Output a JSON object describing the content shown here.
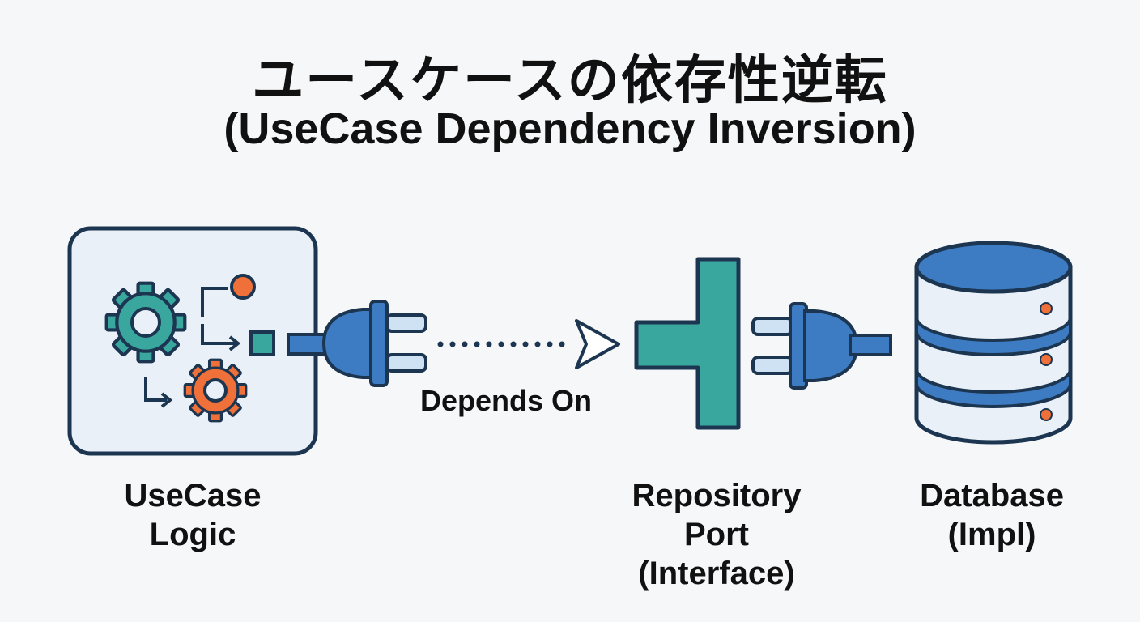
{
  "title": {
    "japanese": "ユースケースの依存性逆転",
    "english": "(UseCase Dependency Inversion)"
  },
  "nodes": {
    "usecase": {
      "line1": "UseCase",
      "line2": "Logic",
      "icon": "gears-icon"
    },
    "port": {
      "line1": "Repository",
      "line2": "Port",
      "line3": "(Interface)",
      "icon": "socket-icon"
    },
    "database": {
      "line1": "Database",
      "line2": "(Impl)",
      "icon": "database-icon"
    }
  },
  "edges": {
    "depends_on": "Depends On"
  },
  "colors": {
    "outline": "#1c3550",
    "teal": "#3aa79f",
    "orange": "#f0703a",
    "blue": "#3d7cc2",
    "light_blue": "#cfe2f3",
    "panel": "#e9f0f8",
    "background": "#f6f7f8"
  }
}
